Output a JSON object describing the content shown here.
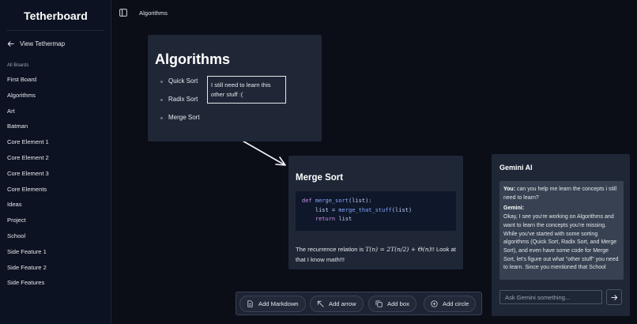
{
  "app": {
    "title": "Tetherboard"
  },
  "sidebar": {
    "back_label": "View Tethermap",
    "section_label": "All Boards",
    "boards": [
      "First Board",
      "Algorithms",
      "Art",
      "Batman",
      "Core Element 1",
      "Core Element 2",
      "Core Element 3",
      "Core Elements",
      "Ideas",
      "Project",
      "School",
      "Side Feature 1",
      "Side Feature 2",
      "Side Features"
    ]
  },
  "breadcrumb": {
    "current": "Algorithms"
  },
  "canvas": {
    "algorithms_card": {
      "title": "Algorithms",
      "items": [
        "Quick Sort",
        "Radix Sort",
        "Merge Sort"
      ]
    },
    "note_box": {
      "text": "I still need to learn this other stuff :("
    },
    "merge_card": {
      "title": "Merge Sort",
      "code": {
        "l1_kw": "def ",
        "l1_fn": "merge_sort",
        "l1_rest": "(list):",
        "l2_indent": "    list = ",
        "l2_fn": "merge_that_stuff",
        "l2_rest": "(list)",
        "l3_indent": "    ",
        "l3_kw": "return",
        "l3_rest": " list"
      },
      "recurrence_prefix": "The recurrence relation is ",
      "recurrence_formula": "T(n) = 2T(n/2) + Θ(n)",
      "recurrence_suffix": "!! Look at that I know math!!!"
    }
  },
  "gemini": {
    "title": "Gemini AI",
    "messages": [
      {
        "speaker": "You:",
        "text": "can you help me learn the concepts i still need to learn?"
      },
      {
        "speaker": "Gemini:",
        "text": "Okay, I see you're working on Algorithms and want to learn the concepts you're missing. While you've started with some sorting algorithms (Quick Sort, Radix Sort, and Merge Sort), and even have some code for Merge Sort, let's figure out what \"other stuff\" you need to learn. Since you mentioned that School"
      }
    ],
    "input_placeholder": "Ask Gemini something..."
  },
  "toolbar": {
    "add_markdown": "Add Markdown",
    "add_arrow": "Add arrow",
    "add_box": "Add box",
    "add_circle": "Add circle"
  },
  "colors": {
    "background": "#0b0d17",
    "sidebar": "#0c1222",
    "card": "#1f2737",
    "code_bg": "#0f172a",
    "keyword": "#c792ea",
    "function": "#82aaff"
  },
  "icons": [
    "arrow-left-icon",
    "sidebar-toggle-icon",
    "send-arrow-icon",
    "markdown-file-icon",
    "arrow-cursor-icon",
    "copy-box-icon",
    "plus-circle-icon"
  ]
}
